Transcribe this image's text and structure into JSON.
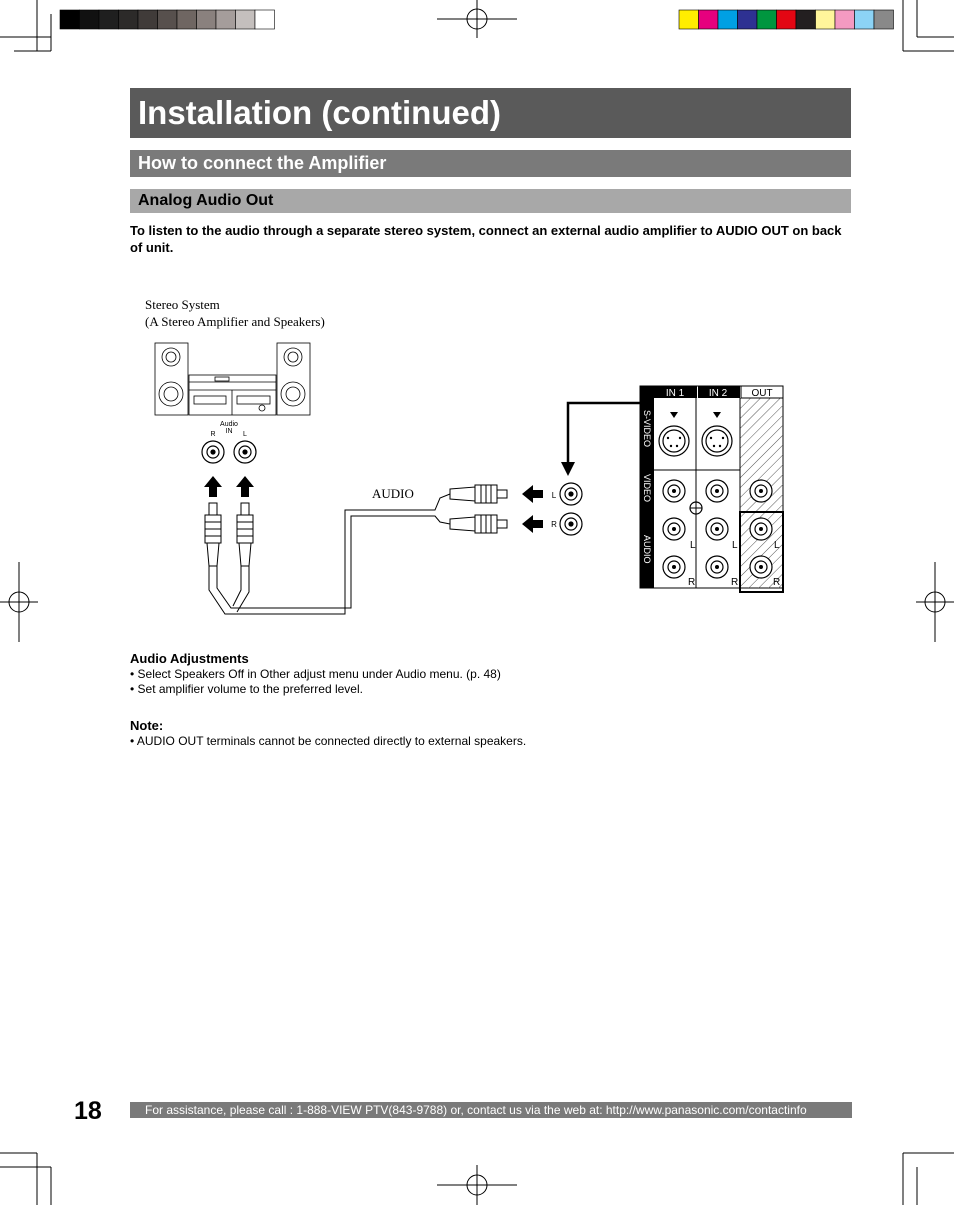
{
  "header": {
    "title": "Installation (continued)",
    "section": "How to connect the Amplifier",
    "subsection": "Analog Audio Out"
  },
  "intro": "To listen to the audio through a separate stereo system, connect an external audio amplifier to AUDIO OUT on back of unit.",
  "diagram": {
    "stereo_line1": "Stereo System",
    "stereo_line2": "(A Stereo Amplifier and Speakers)",
    "amp_audio_in_line1": "Audio",
    "amp_audio_in_line2": "IN",
    "amp_r": "R",
    "amp_l": "L",
    "cable_label": "AUDIO",
    "jack_l": "L",
    "jack_r": "R",
    "panel_in1": "IN 1",
    "panel_in2": "IN 2",
    "panel_out": "OUT",
    "panel_svideo": "S-VIDEO",
    "panel_video": "VIDEO",
    "panel_audio": "AUDIO",
    "panel_l": "L",
    "panel_r": "R"
  },
  "adjustments": {
    "title": "Audio Adjustments",
    "items": [
      "• Select Speakers Off in Other adjust menu under Audio menu. (p. 48)",
      "• Set amplifier volume to the preferred level."
    ]
  },
  "note": {
    "title": "Note:",
    "items": [
      "• AUDIO OUT terminals cannot be connected directly to external speakers."
    ]
  },
  "footer": {
    "page_number": "18",
    "assistance": "For assistance, please call : 1-888-VIEW PTV(843-9788) or, contact us via the web at: http://www.panasonic.com/contactinfo"
  },
  "colors": {
    "gray_swatches": [
      "#000000",
      "#111111",
      "#1f1f1f",
      "#2c2a29",
      "#403b39",
      "#57504d",
      "#6f6662",
      "#8a817e",
      "#a59d9b",
      "#c4bfbd",
      "#ffffff"
    ],
    "color_swatches": [
      "#ffed00",
      "#e6007e",
      "#00a0e3",
      "#2e3192",
      "#00963f",
      "#e30613",
      "#231f20",
      "#fff59b",
      "#f49ac1",
      "#8cd3f5",
      "#898989"
    ]
  }
}
